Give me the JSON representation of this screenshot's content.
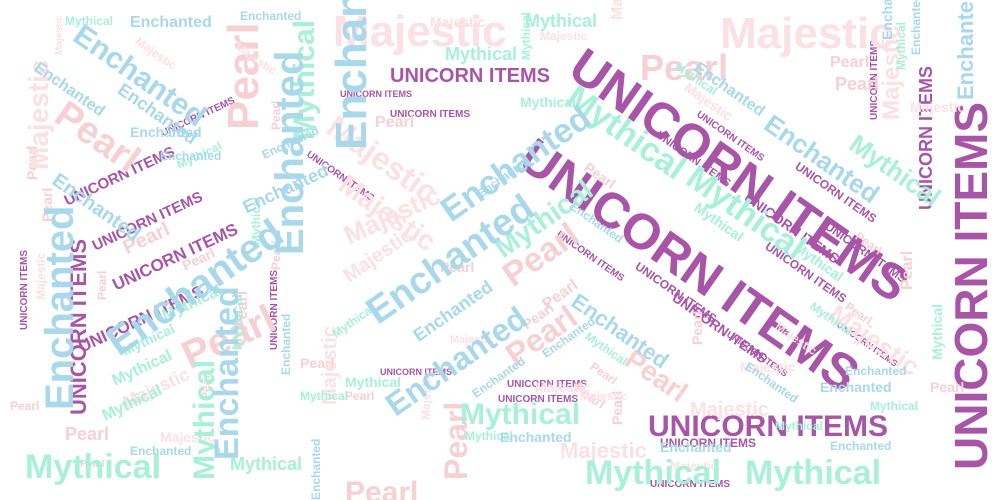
{
  "words": {
    "unicorn_items": "UNICORN ITEMS",
    "pearl": "Pearl",
    "majestic": "Majestic",
    "mythical": "Mythical",
    "enchanted": "Enchanted"
  },
  "colors": {
    "unicorn_items": "#a855a8",
    "pearl": "#f7d0d4",
    "majestic": "#fbe1e3",
    "mythical": "#a8f0d8",
    "enchanted": "#a8d8ea",
    "background": "#ffffff"
  },
  "placements": [
    {
      "word": "unicorn_items",
      "count": 34
    },
    {
      "word": "pearl",
      "count": 38
    },
    {
      "word": "majestic",
      "count": 30
    },
    {
      "word": "mythical",
      "count": 36
    },
    {
      "word": "enchanted",
      "count": 38
    }
  ]
}
